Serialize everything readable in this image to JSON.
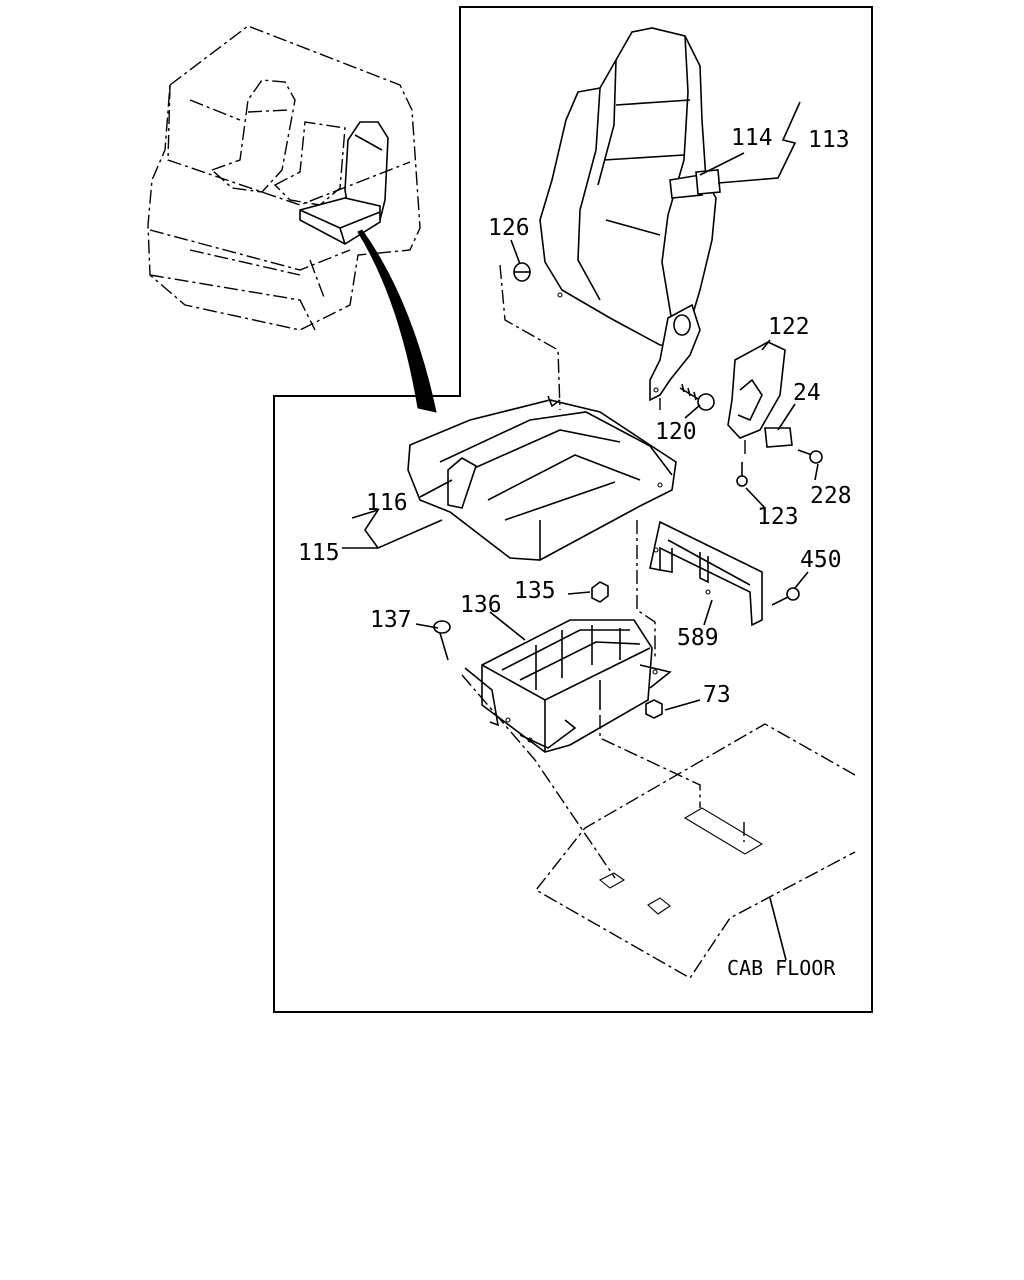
{
  "labels": {
    "l113": "113",
    "l114": "114",
    "l126": "126",
    "l122": "122",
    "l24": "24",
    "l120": "120",
    "l228": "228",
    "l123": "123",
    "l116": "116",
    "l115": "115",
    "l450": "450",
    "l135": "135",
    "l136": "136",
    "l137": "137",
    "l589": "589",
    "l73": "73",
    "cab_floor": "CAB FLOOR"
  }
}
